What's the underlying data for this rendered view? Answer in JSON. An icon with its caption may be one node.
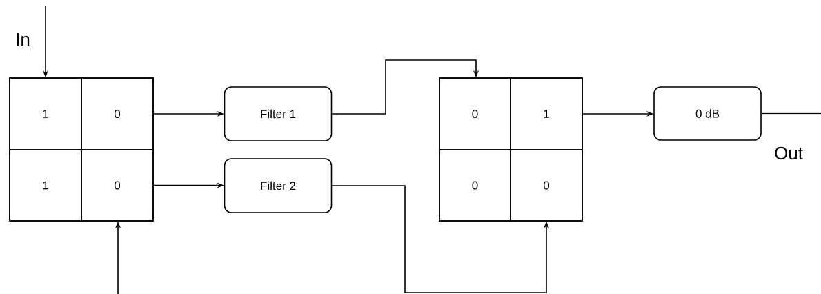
{
  "diagram": {
    "nodes": [
      {
        "text": [],
        "shape": "box"
      },
      {
        "text": [
          "1"
        ],
        "in": 0
      },
      {
        "text": [
          "0"
        ],
        "in": 0
      },
      {
        "text": [
          "1"
        ],
        "in": 0
      },
      {
        "text": [
          "0"
        ],
        "in": 0
      },
      {
        "text": [
          "Filter 1"
        ]
      },
      {
        "text": [
          "Filter 2"
        ]
      },
      {
        "text": [],
        "shape": "box"
      },
      {
        "text": [
          "0"
        ],
        "in": 7
      },
      {
        "text": [
          "1"
        ],
        "in": 7
      },
      {
        "text": [
          "0"
        ],
        "in": 7
      },
      {
        "text": [
          "0"
        ],
        "in": 7
      },
      {
        "text": [
          "0 dB"
        ]
      }
    ],
    "edges": [
      {
        "from": null,
        "to": 0,
        "arrow": "to"
      },
      {
        "from": null,
        "to": 0,
        "arrow": "to"
      },
      {
        "from": 2,
        "to": 5,
        "arrow": "to"
      },
      {
        "from": 4,
        "to": 6,
        "arrow": "to"
      },
      {
        "from": 5,
        "to": 7,
        "arrow": "to"
      },
      {
        "from": 6,
        "to": 7,
        "arrow": "to"
      },
      {
        "from": 9,
        "to": 12,
        "arrow": "to"
      },
      {
        "from": 12,
        "to": null,
        "arrow": "none"
      }
    ],
    "labels": [
      "In",
      "Out"
    ]
  }
}
